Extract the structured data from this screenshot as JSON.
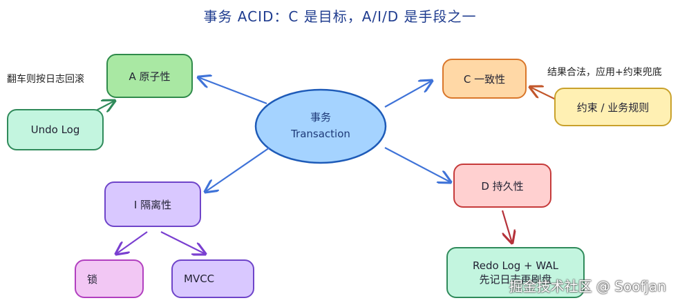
{
  "title": "事务 ACID：C 是目标，A/I/D 是手段之一",
  "center": {
    "line1": "事务",
    "line2": "Transaction"
  },
  "nodes": {
    "atomicity": "A 原子性",
    "consistency": "C 一致性",
    "isolation": "I 隔离性",
    "durability": "D 持久性",
    "undo_log": "Undo Log",
    "constraints": "约束 / 业务规则",
    "lock": "锁",
    "mvcc": "MVCC",
    "redo_line1": "Redo Log + WAL",
    "redo_line2": "先记日志再刷盘"
  },
  "annotations": {
    "rollback_note": "翻车则按日志回滚",
    "consistency_note": "结果合法，应用+约束兜底"
  },
  "watermark": "掘金技术社区 @ Soofjan",
  "colors": {
    "title": "#1f3c8f",
    "center_fill": "#a5d3ff",
    "center_stroke": "#1e5bb8",
    "arrow_blue": "#3f73d8",
    "arrow_purple": "#7a3fd0",
    "arrow_red": "#b5323a",
    "arrow_orange": "#c2562a",
    "arrow_green": "#2f8a5a"
  }
}
